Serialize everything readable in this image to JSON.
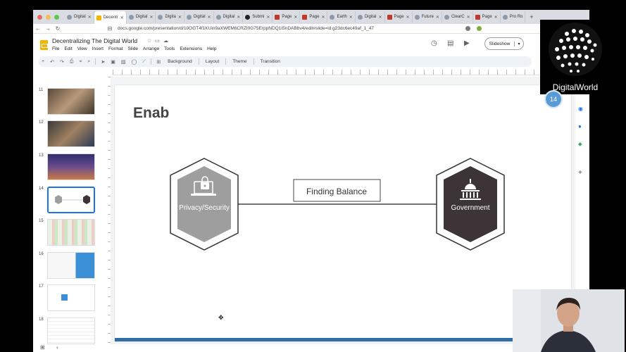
{
  "browser": {
    "tabs": [
      {
        "label": "Digital",
        "active": false
      },
      {
        "label": "Decentr",
        "active": true
      },
      {
        "label": "Digital",
        "active": false
      },
      {
        "label": "Digita",
        "active": false
      },
      {
        "label": "Digital",
        "active": false
      },
      {
        "label": "Digital",
        "active": false
      },
      {
        "label": "Submi",
        "active": false
      },
      {
        "label": "Page",
        "active": false
      },
      {
        "label": "Page",
        "active": false
      },
      {
        "label": "Earth",
        "active": false
      },
      {
        "label": "Digital",
        "active": false
      },
      {
        "label": "Page",
        "active": false
      },
      {
        "label": "Future",
        "active": false
      },
      {
        "label": "ClearC",
        "active": false
      },
      {
        "label": "Page",
        "active": false
      },
      {
        "label": "Pro Ro",
        "active": false
      }
    ],
    "new_tab": "+",
    "url": "docs.google.com/presentation/d/10OGT4f1KUin9aXWEM6CRZI0G75ErppNDQ1I5nDABbv4/edit#slide=id.g23dc6ec49af_1_47"
  },
  "app": {
    "doc_title": "Decentralizing The Digital World",
    "menus": [
      "File",
      "Edit",
      "View",
      "Insert",
      "Format",
      "Slide",
      "Arrange",
      "Tools",
      "Extensions",
      "Help"
    ],
    "slideshow_label": "Slideshow",
    "toolbar_text": [
      "Background",
      "Layout",
      "Theme",
      "Transition"
    ]
  },
  "filmstrip": {
    "slides": [
      {
        "number": "11"
      },
      {
        "number": "12"
      },
      {
        "number": "13"
      },
      {
        "number": "14",
        "selected": true
      },
      {
        "number": "15"
      },
      {
        "number": "16"
      },
      {
        "number": "17"
      },
      {
        "number": "18"
      }
    ]
  },
  "slide": {
    "heading": "Enab",
    "left_hex_label": "Privacy/Security",
    "center_label": "Finding Balance",
    "right_hex_label": "Government"
  },
  "overlay": {
    "logo_text": "DigitalWorld",
    "badge_count": "14"
  },
  "colors": {
    "accent_blue": "#1a73e8",
    "slides_yellow": "#f4b400",
    "hex_gray": "#9e9e9e",
    "hex_dark": "#3d3438",
    "slide_bar": "#2f6ea5"
  }
}
